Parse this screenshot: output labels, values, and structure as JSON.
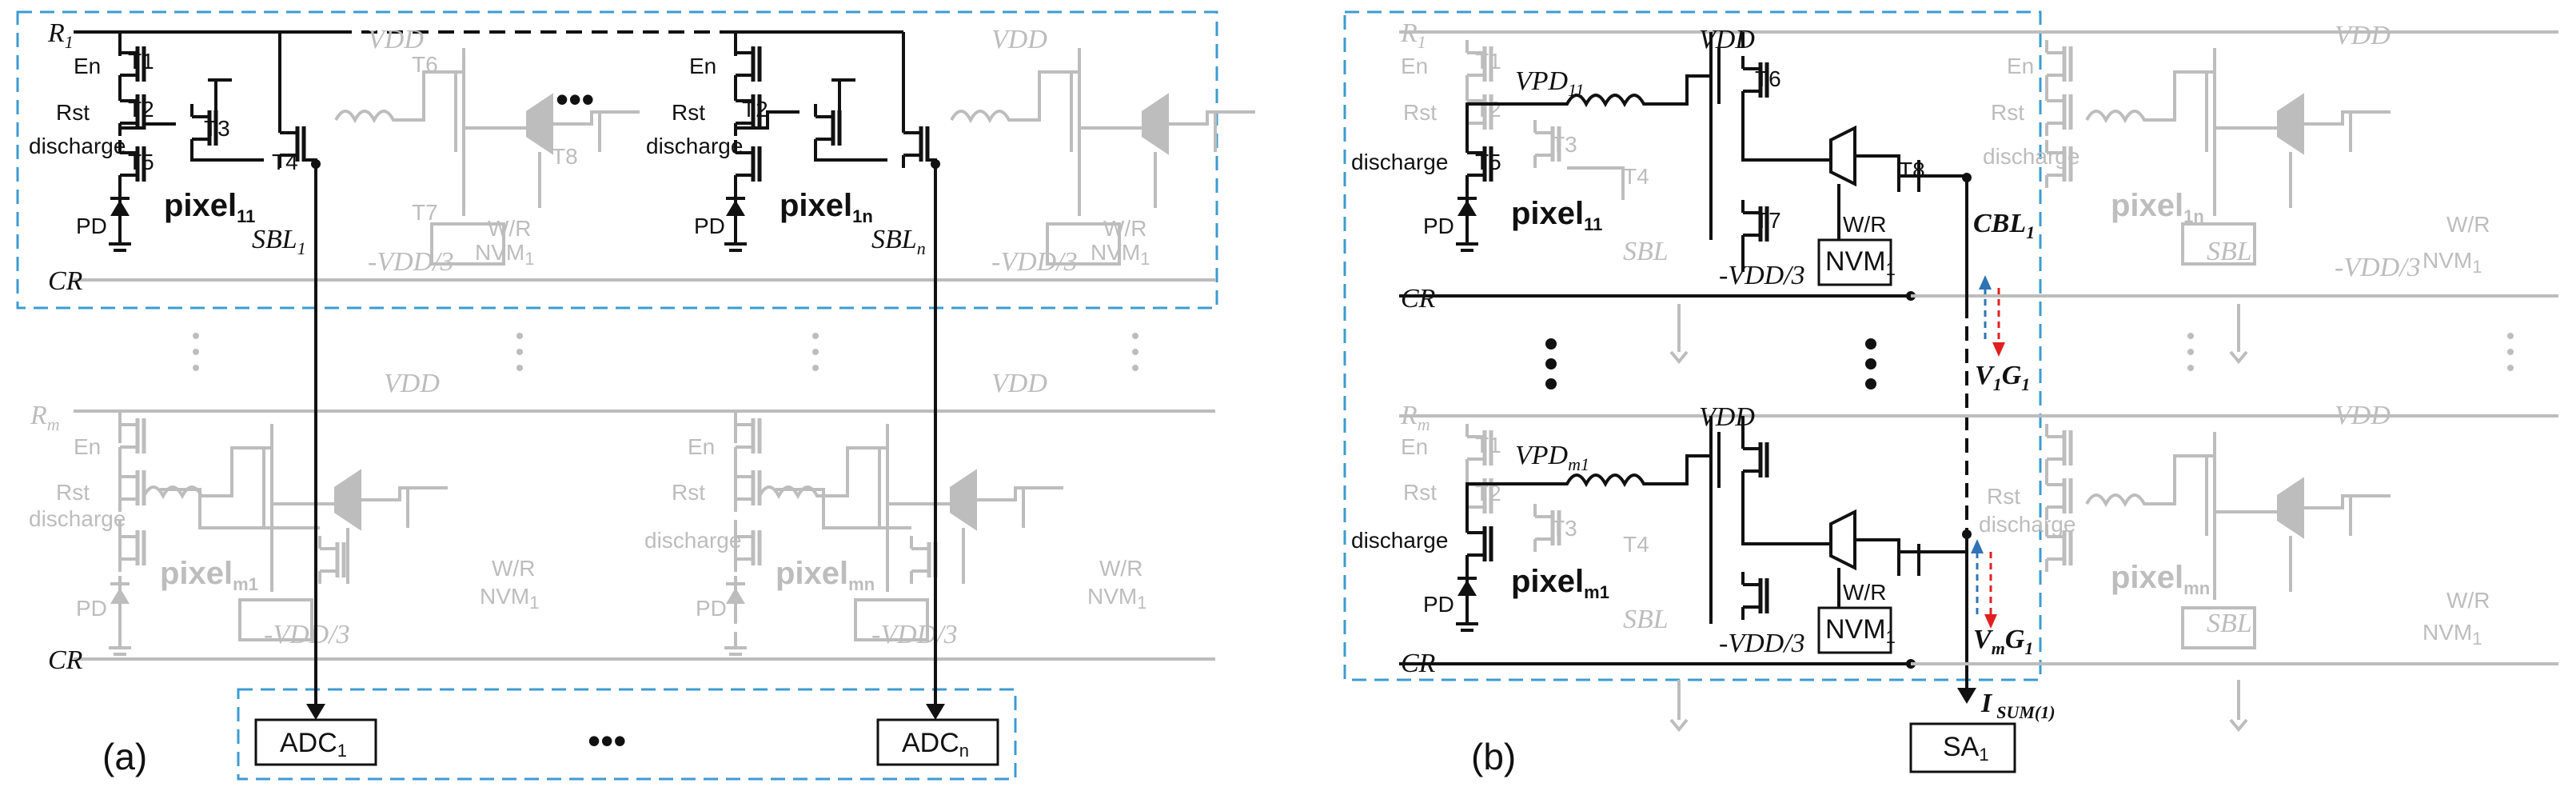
{
  "panel_a": {
    "label": "(a)",
    "row_labels": [
      "R",
      "R",
      "CR",
      "CR"
    ],
    "row_subs": [
      "1",
      "m"
    ],
    "pixel_names": [
      "pixel",
      "pixel",
      "pixel",
      "pixel"
    ],
    "pixel_subs": [
      "11",
      "1n",
      "m1",
      "mn"
    ],
    "signals": {
      "en": "En",
      "rst": "Rst",
      "discharge": "discharge",
      "pd": "PD"
    },
    "transistors": {
      "t1": "T1",
      "t2": "T2",
      "t3": "T3",
      "t4": "T4",
      "t5": "T5",
      "t6": "T6",
      "t7": "T7",
      "t8": "T8"
    },
    "sbl": [
      "SBL",
      "SBL"
    ],
    "sbl_subs": [
      "1",
      "n"
    ],
    "vdd": "VDD",
    "vdd_neg": "-VDD/3",
    "wr": "W/R",
    "nvm": "NVM",
    "nvm_sub": "1",
    "adc": [
      "ADC",
      "ADC"
    ],
    "adc_subs": [
      "1",
      "n"
    ],
    "dots": "•••"
  },
  "panel_b": {
    "label": "(b)",
    "row_labels": [
      "R",
      "R",
      "CR",
      "CR"
    ],
    "row_subs": [
      "1",
      "m"
    ],
    "vpd": [
      "VPD",
      "VPD"
    ],
    "vpd_subs": [
      "11",
      "m1"
    ],
    "pixel_names": [
      "pixel",
      "pixel",
      "pixel",
      "pixel"
    ],
    "pixel_subs": [
      "11",
      "1n",
      "m1",
      "mn"
    ],
    "cbl": "CBL",
    "cbl_sub": "1",
    "v1g1": "V",
    "v1g1_parts": [
      "1",
      "G",
      "1"
    ],
    "vmg1": "V",
    "vmg1_parts": [
      "m",
      "G",
      "1"
    ],
    "isum": "I",
    "isum_sub": "SUM(1)",
    "sa": "SA",
    "sa_sub": "1",
    "vdd": "VDD",
    "vdd_neg": "-VDD/3",
    "wr": "W/R",
    "nvm": "NVM",
    "nvm_sub": "1",
    "sbl": "SBL",
    "t5": "T5",
    "t6": "T6",
    "t7": "T7",
    "t8": "T8",
    "t3": "T3",
    "t4": "T4",
    "t1": "T1",
    "t2": "T2",
    "en": "En",
    "rst": "Rst",
    "discharge": "discharge",
    "pd": "PD"
  },
  "colors": {
    "active": "#111111",
    "inactive": "#bdbdbd",
    "box": "#3d9bd1",
    "arrow_up": "#2e74b5",
    "arrow_down": "#e02020"
  }
}
